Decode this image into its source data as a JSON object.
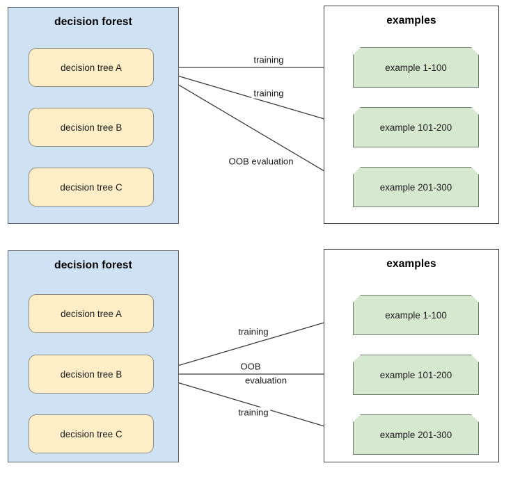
{
  "colors": {
    "forest_panel_fill": "#cfe2f3",
    "forest_panel_stroke": "#59636e",
    "examples_panel_fill": "#ffffff",
    "examples_panel_stroke": "#3c3c3c",
    "tree_fill": "#fdeec8",
    "tree_stroke": "#8f8a7c",
    "example_fill": "#d6e8d0",
    "example_stroke": "#6e7a68",
    "edge_stroke": "#3c3c3c",
    "text": "#1b1b1b"
  },
  "diagrams": [
    {
      "id": "top",
      "forest": {
        "title": "decision forest",
        "trees": [
          {
            "label": "decision tree A"
          },
          {
            "label": "decision tree B"
          },
          {
            "label": "decision tree C"
          }
        ]
      },
      "examples": {
        "title": "examples",
        "items": [
          {
            "label": "example 1-100"
          },
          {
            "label": "example 101-200"
          },
          {
            "label": "example 201-300"
          }
        ]
      },
      "edges": [
        {
          "from": "decision tree A",
          "to": "example 1-100",
          "label": "training"
        },
        {
          "from": "decision tree A",
          "to": "example 101-200",
          "label": "training"
        },
        {
          "from": "decision tree A",
          "to": "example 201-300",
          "label": "OOB evaluation"
        }
      ]
    },
    {
      "id": "bottom",
      "forest": {
        "title": "decision forest",
        "trees": [
          {
            "label": "decision tree A"
          },
          {
            "label": "decision tree B"
          },
          {
            "label": "decision tree C"
          }
        ]
      },
      "examples": {
        "title": "examples",
        "items": [
          {
            "label": "example 1-100"
          },
          {
            "label": "example 101-200"
          },
          {
            "label": "example 201-300"
          }
        ]
      },
      "edges": [
        {
          "from": "decision tree B",
          "to": "example 1-100",
          "label": "training"
        },
        {
          "from": "decision tree B",
          "to": "example 101-200",
          "label_line1": "OOB",
          "label_line2": "evaluation"
        },
        {
          "from": "decision tree B",
          "to": "example 201-300",
          "label": "training"
        }
      ]
    }
  ]
}
